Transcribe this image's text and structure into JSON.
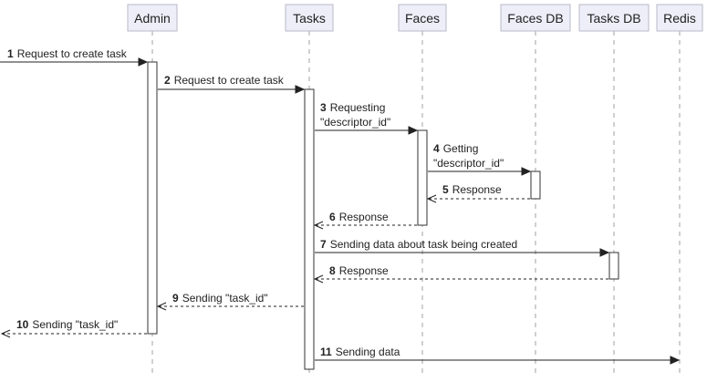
{
  "participants": [
    {
      "id": "admin",
      "label": "Admin"
    },
    {
      "id": "tasks",
      "label": "Tasks"
    },
    {
      "id": "faces",
      "label": "Faces"
    },
    {
      "id": "faces_db",
      "label": "Faces DB"
    },
    {
      "id": "tasks_db",
      "label": "Tasks DB"
    },
    {
      "id": "redis",
      "label": "Redis"
    }
  ],
  "messages": [
    {
      "num": "1",
      "from": "external",
      "to": "admin",
      "style": "solid",
      "lines": [
        "Request to create task"
      ]
    },
    {
      "num": "2",
      "from": "admin",
      "to": "tasks",
      "style": "solid",
      "lines": [
        "Request to create task"
      ]
    },
    {
      "num": "3",
      "from": "tasks",
      "to": "faces",
      "style": "solid",
      "lines": [
        "Requesting",
        "\"descriptor_id\""
      ]
    },
    {
      "num": "4",
      "from": "faces",
      "to": "faces_db",
      "style": "solid",
      "lines": [
        "Getting",
        "\"descriptor_id\""
      ]
    },
    {
      "num": "5",
      "from": "faces_db",
      "to": "faces",
      "style": "dashed",
      "lines": [
        "Response"
      ]
    },
    {
      "num": "6",
      "from": "faces",
      "to": "tasks",
      "style": "dashed",
      "lines": [
        "Response"
      ]
    },
    {
      "num": "7",
      "from": "tasks",
      "to": "tasks_db",
      "style": "solid",
      "lines": [
        "Sending data about task being created"
      ]
    },
    {
      "num": "8",
      "from": "tasks_db",
      "to": "tasks",
      "style": "dashed",
      "lines": [
        "Response"
      ]
    },
    {
      "num": "9",
      "from": "tasks",
      "to": "admin",
      "style": "dashed",
      "lines": [
        "Sending \"task_id\""
      ]
    },
    {
      "num": "10",
      "from": "admin",
      "to": "external",
      "style": "dashed",
      "lines": [
        "Sending \"task_id\""
      ]
    },
    {
      "num": "11",
      "from": "tasks",
      "to": "redis",
      "style": "solid",
      "lines": [
        "Sending data"
      ]
    }
  ]
}
